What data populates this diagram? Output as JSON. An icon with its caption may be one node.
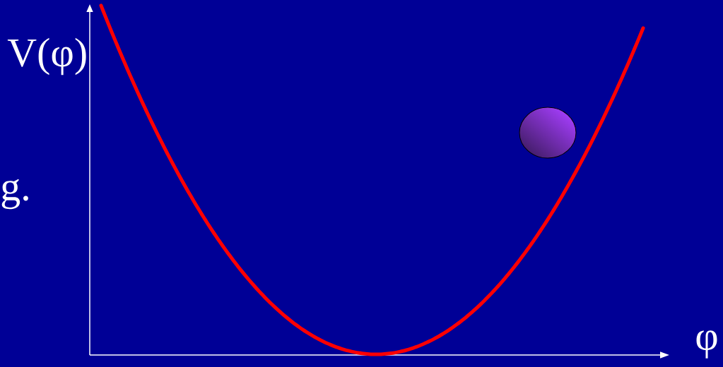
{
  "diagram": {
    "nodes": [
      {
        "text": [],
        "shape": "circle"
      }
    ],
    "labels": [
      "V(φ)",
      "g.",
      "φ"
    ]
  }
}
